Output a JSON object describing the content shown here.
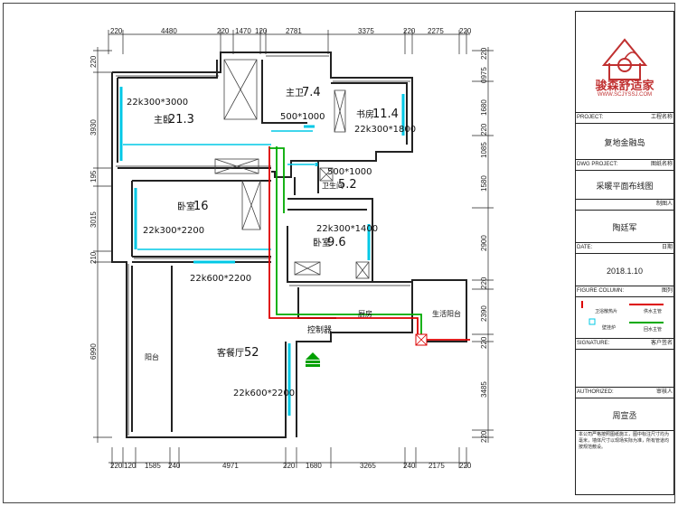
{
  "dimensions": {
    "top": [
      "220",
      "4480",
      "220",
      "1470",
      "120",
      "2781",
      "3375",
      "220",
      "2275",
      "220"
    ],
    "bottom": [
      "220",
      "120",
      "1585",
      "240",
      "4971",
      "220",
      "1680",
      "3265",
      "240",
      "2175",
      "220"
    ],
    "left": [
      "220",
      "3930",
      "195",
      "3015",
      "210",
      "6990"
    ],
    "right": [
      "220",
      "1680",
      "1580",
      "2900",
      "220",
      "2390",
      "220",
      "3485",
      "220"
    ],
    "right_small": [
      "0975",
      "220",
      "1085"
    ]
  },
  "rooms": {
    "master_bedroom": {
      "name": "主卧",
      "area": "21.3",
      "radiator": "22k300*3000"
    },
    "master_bath": {
      "name": "主卫",
      "area": "7.4",
      "radiator": "500*1000"
    },
    "study": {
      "name": "书房",
      "area": "11.4",
      "radiator": "22k300*1800"
    },
    "public_bath": {
      "name": "卫生间",
      "area": "5.2",
      "radiator": "500*1000"
    },
    "bedroom_left": {
      "name": "卧室",
      "area": "16",
      "radiator": "22k300*2200"
    },
    "bedroom_right": {
      "name": "卧室",
      "area": "9.6",
      "radiator": "22k300*1400"
    },
    "living": {
      "name": "客餐厅",
      "area": "52",
      "radiator_top": "22k600*2200",
      "radiator_bottom": "22k600*2200"
    },
    "balcony": {
      "name": "阳台"
    },
    "kitchen": {
      "name": "厨房"
    },
    "service_balcony": {
      "name": "生活阳台"
    },
    "controller": {
      "name": "控制器"
    }
  },
  "title_block": {
    "logo_text": "骏森舒适家",
    "logo_url": "WWW.SCJYSSJ.COM",
    "project_label": "PROJECT:",
    "project_cn": "工程名称",
    "project_value": "复地金融岛",
    "dwg_label": "DWG PROJECT:",
    "dwg_cn": "图纸名称",
    "dwg_value": "采暖平面布线图",
    "designer_cn": "制图人",
    "designer_value": "陶廷军",
    "date_label": "DATE:",
    "date_cn": "日期",
    "date_value": "2018.1.10",
    "figure_label": "FIGURE COLUMN:",
    "figure_cn": "图列",
    "legend": [
      "卫浴散热片",
      "供水主管",
      "壁挂炉",
      "回水主管"
    ],
    "signature_label": "SIGNATURE:",
    "signature_cn": "客户签名",
    "author_label": "AUTHORIZED:",
    "author_cn": "审核人",
    "author_value": "周宣丞",
    "note": "本公司严格按照图纸施工，图中标注尺寸均为毫米，墙体尺寸以现场实际为准，所有管道均按规范敷设。"
  },
  "colors": {
    "supply": "#dd0000",
    "return": "#00aa00",
    "radiator": "#00c8e6",
    "wall": "#222222"
  }
}
